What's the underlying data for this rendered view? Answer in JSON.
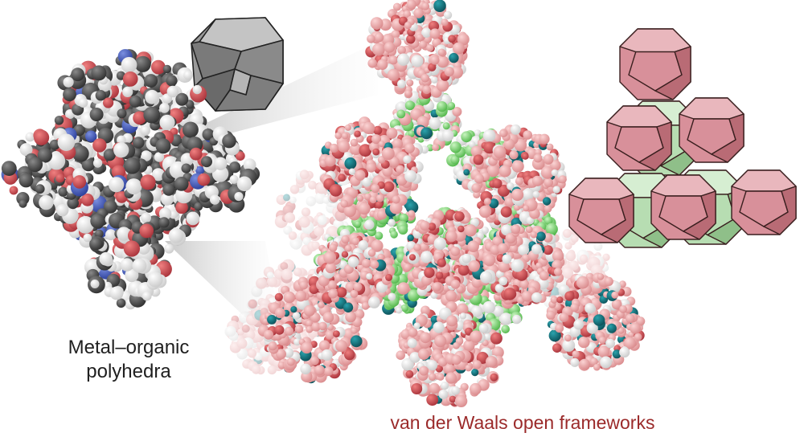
{
  "figure": {
    "left_caption_line1": "Metal–organic",
    "left_caption_line2": "polyhedra",
    "right_caption": "van der Waals open frameworks"
  },
  "colors": {
    "caption_red": "#9b2a2a",
    "pink_atom": "#e9a3a3",
    "pink_polyhedron": "#d98f96",
    "green_atom": "#7ed276",
    "green_polyhedron": "#b9dfb4",
    "dark_atom": "#404040",
    "oxygen": "#c8454a",
    "teal_metal": "#14707a",
    "grey_polyhedron": "#8e8e8e"
  },
  "icons": {
    "polyhedron_shape": "truncated-octahedron",
    "projection_cone": "zoom-projection"
  }
}
